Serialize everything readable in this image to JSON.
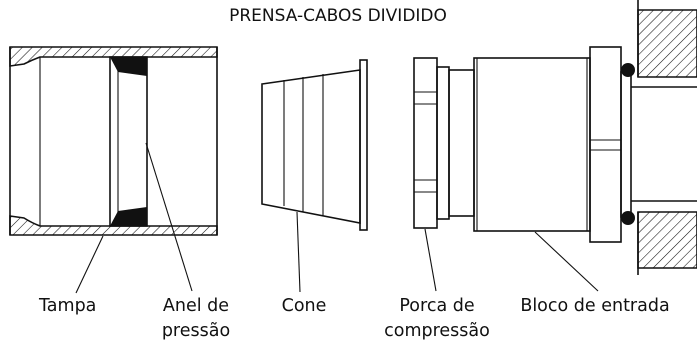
{
  "diagram": {
    "title": "PRENSA-CABOS DIVIDIDO",
    "labels": {
      "tampa": "Tampa",
      "anel_line1": "Anel de",
      "anel_line2": "pressão",
      "cone": "Cone",
      "porca_line1": "Porca de",
      "porca_line2": "compressão",
      "bloco": "Bloco de entrada"
    }
  }
}
